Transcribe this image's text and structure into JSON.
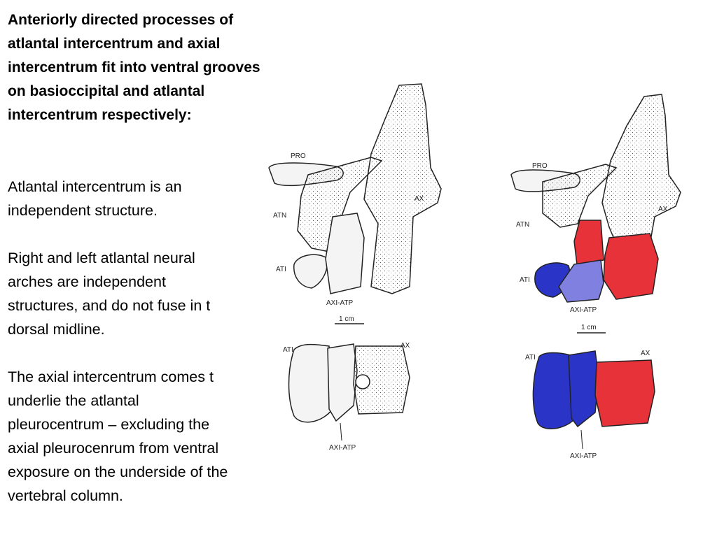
{
  "heading": "Anteriorly directed processes of atlantal intercentrum and axial intercentrum fit into ventral grooves on basioccipital and atlantal intercentrum respectively:",
  "body_lines": {
    "p1": [
      "Atlantal intercentrum is an",
      "independent structure."
    ],
    "p2": [
      "Right and left atlantal neural",
      "arches are independent",
      "structures, and do not fuse in t",
      "dorsal midline."
    ],
    "p3": [
      "The axial intercentrum comes t",
      "underlie the atlantal",
      "pleurocentrum – excluding the",
      "axial pleurocenrum from ventral",
      "exposure on the underside of the",
      "vertebral column."
    ]
  },
  "figure_labels": {
    "pro": "PRO",
    "atn": "ATN",
    "ati": "ATI",
    "ax": "AX",
    "axi_atp": "AXI-ATP",
    "scale": "1 cm"
  },
  "colors": {
    "red": "#e8323a",
    "blue": "#2a35c8",
    "light_blue": "#7f80e0",
    "ink": "#222222",
    "bone": "#f2f2f2"
  }
}
